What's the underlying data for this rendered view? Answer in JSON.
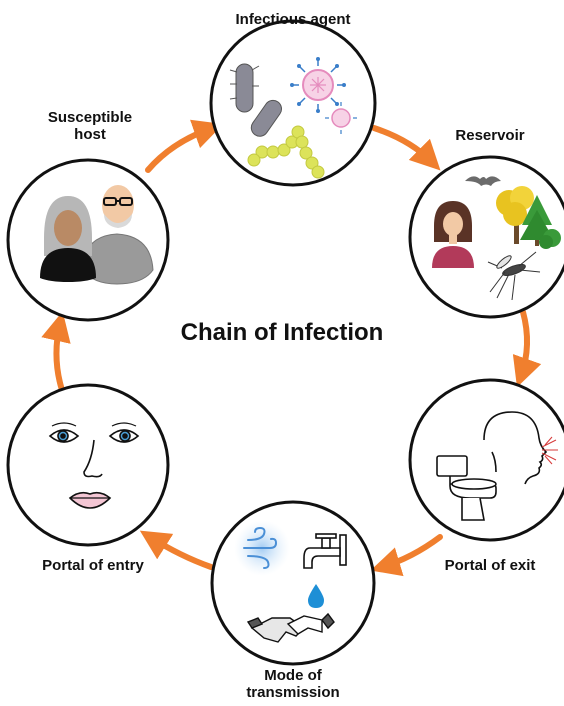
{
  "title": "Chain of Infection",
  "nodes": [
    {
      "id": "infectious-agent",
      "label_lines": [
        "Infectious agent"
      ]
    },
    {
      "id": "reservoir",
      "label_lines": [
        "Reservoir"
      ]
    },
    {
      "id": "portal-of-exit",
      "label_lines": [
        "Portal of exit"
      ]
    },
    {
      "id": "mode-of-transmission",
      "label_lines": [
        "Mode of",
        "transmission"
      ]
    },
    {
      "id": "portal-of-entry",
      "label_lines": [
        "Portal of entry"
      ]
    },
    {
      "id": "susceptible-host",
      "label_lines": [
        "Susceptible",
        "host"
      ]
    }
  ],
  "colors": {
    "arrow": "#f07f2e",
    "circle_stroke": "#111111",
    "bacteria_yellow": "#dce35a",
    "virus_pink": "#e58bbd",
    "virus_blue": "#3a7ec9",
    "water_drop": "#1e8fd6",
    "tree_green": "#3a9a3a",
    "tree_yellow": "#e8c320"
  }
}
